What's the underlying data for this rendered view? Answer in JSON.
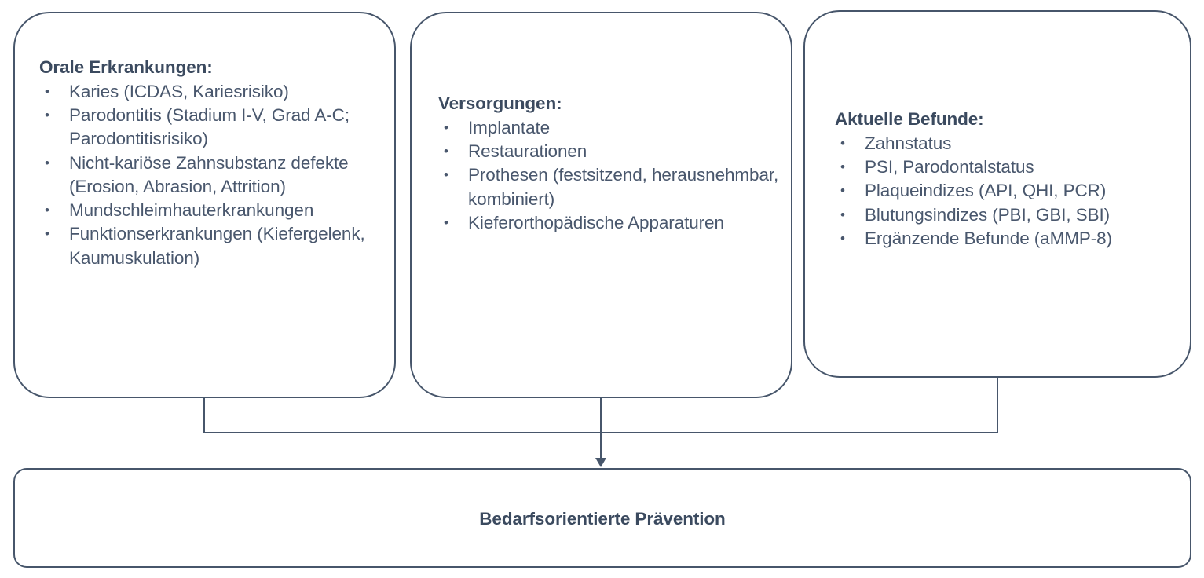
{
  "diagram": {
    "boxes": [
      {
        "id": "oral",
        "heading": "Orale Erkrankungen:",
        "items": [
          "Karies (ICDAS, Kariesrisiko)",
          "Parodontitis (Stadium I-V, Grad A-C; Parodontitisrisiko)",
          "Nicht-kariöse Zahnsubstanz defekte (Erosion, Abrasion, Attrition)",
          "Mundschleimhauterkrankungen",
          "Funktionserkrankungen (Kiefergelenk, Kaumuskulation)"
        ]
      },
      {
        "id": "care",
        "heading": "Versorgungen:",
        "items": [
          "Implantate",
          "Restaurationen",
          "Prothesen (festsitzend, herausnehmbar, kombiniert)",
          "Kieferorthopädische Apparaturen"
        ]
      },
      {
        "id": "findings",
        "heading": "Aktuelle Befunde:",
        "items": [
          "Zahnstatus",
          "PSI, Parodontalstatus",
          "Plaqueindizes (API, QHI, PCR)",
          "Blutungsindizes (PBI, GBI, SBI)",
          "Ergänzende Befunde (aMMP-8)"
        ]
      }
    ],
    "outcome": {
      "label": "Bedarfsorientierte Prävention"
    },
    "colors": {
      "border": "#47566b",
      "heading_text": "#3b4a5f",
      "body_text": "#49576d",
      "background": "#ffffff"
    }
  }
}
